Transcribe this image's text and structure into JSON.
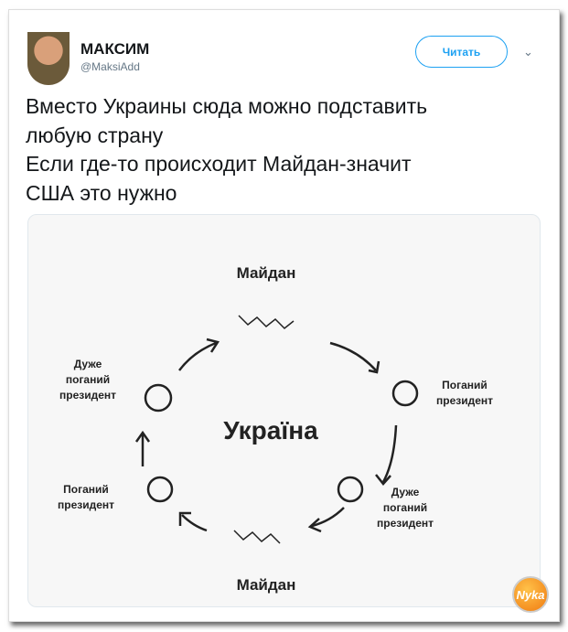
{
  "tweet": {
    "author_name": "МАКСИМ",
    "author_handle": "@MaksiAdd",
    "follow_label": "Читать",
    "text_lines": [
      "Вместо Украины сюда можно подставить",
      "любую страну",
      "Если где-то происходит Майдан-значит",
      "США это нужно"
    ]
  },
  "diagram": {
    "center": "Україна",
    "top": "Майдан",
    "bottom": "Майдан",
    "right_top": [
      "Поганий",
      "президент"
    ],
    "right_bottom": [
      "Дуже",
      "поганий",
      "президент"
    ],
    "left_bottom": [
      "Поганий",
      "президент"
    ],
    "left_top": [
      "Дуже",
      "поганий",
      "президент"
    ]
  },
  "watermark": "Nyka"
}
